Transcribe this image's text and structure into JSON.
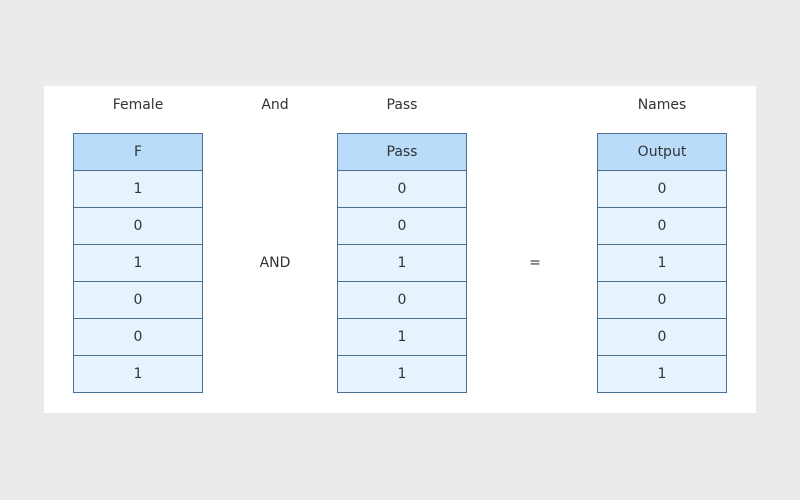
{
  "captions": {
    "female": "Female",
    "and": "And",
    "pass": "Pass",
    "names": "Names"
  },
  "operators": {
    "and": "AND",
    "equals": "="
  },
  "tables": {
    "female": {
      "header": "F",
      "values": [
        "1",
        "0",
        "1",
        "0",
        "0",
        "1"
      ]
    },
    "pass": {
      "header": "Pass",
      "values": [
        "0",
        "0",
        "1",
        "0",
        "1",
        "1"
      ]
    },
    "output": {
      "header": "Output",
      "values": [
        "0",
        "0",
        "1",
        "0",
        "0",
        "1"
      ]
    }
  }
}
